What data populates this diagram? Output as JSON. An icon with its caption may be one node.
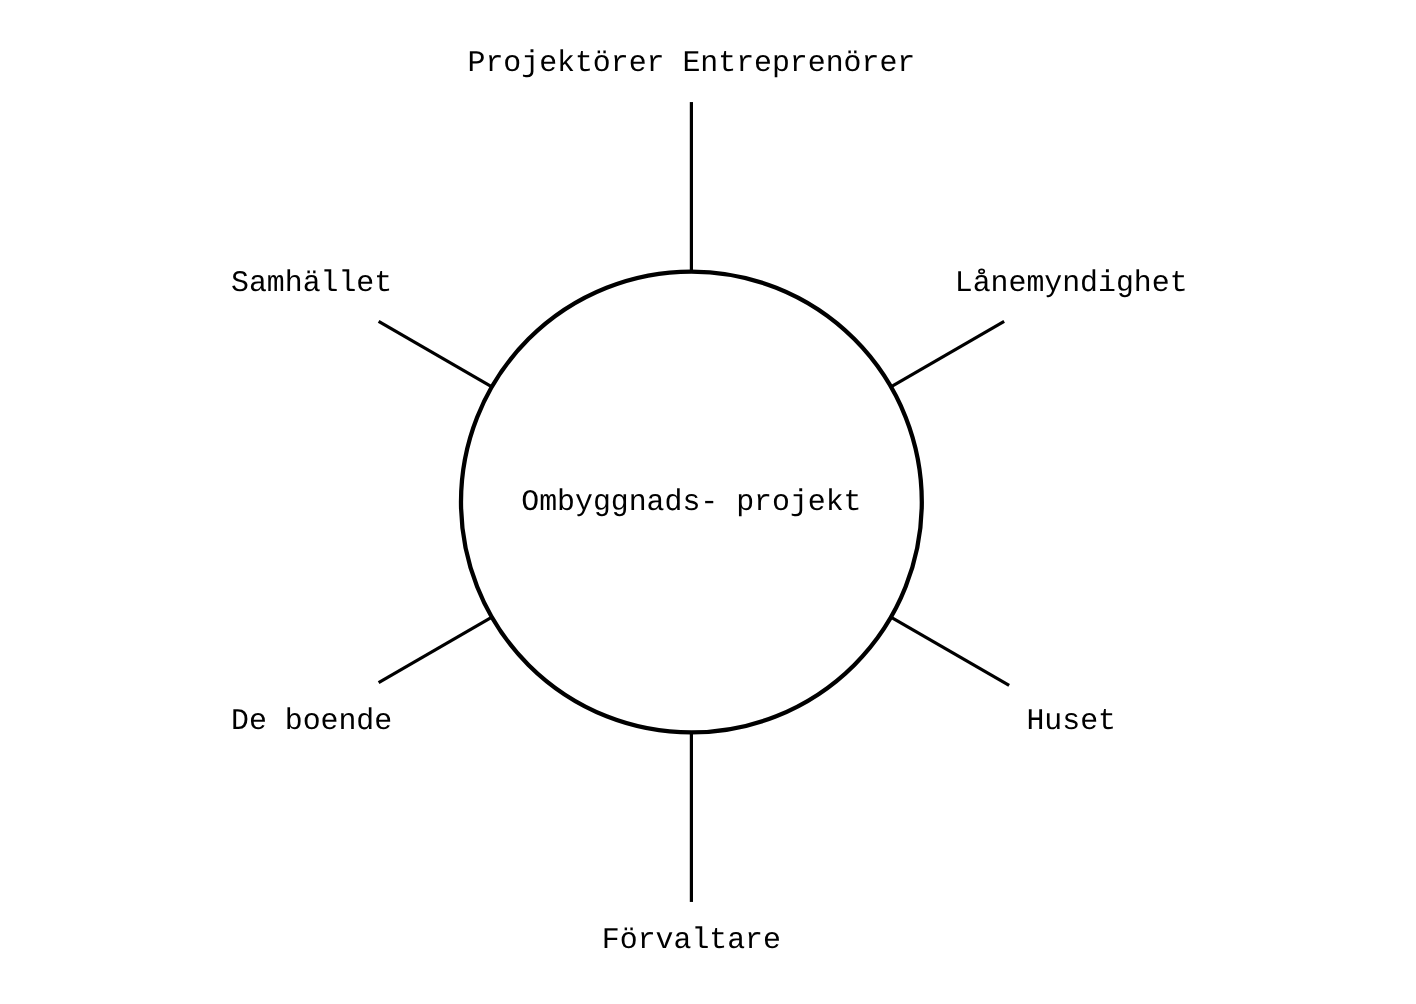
{
  "diagram": {
    "nodes": [
      {
        "text": [
          "Ombyggnads- projekt"
        ]
      },
      {
        "text": [
          "Lånemyndighet"
        ]
      },
      {
        "text": [
          "Projektörer Entreprenörer"
        ]
      },
      {
        "text": [
          "Samhället"
        ]
      },
      {
        "text": [
          "De boende"
        ]
      },
      {
        "text": [
          "Förvaltare"
        ]
      },
      {
        "text": [
          "Huset"
        ]
      }
    ],
    "edges": [
      {
        "from": 0,
        "to": 1,
        "arrow": "none"
      },
      {
        "from": 0,
        "to": 2,
        "arrow": "none"
      },
      {
        "from": 0,
        "to": 3,
        "arrow": "none"
      },
      {
        "from": 0,
        "to": 4,
        "arrow": "none"
      },
      {
        "from": 0,
        "to": 5,
        "arrow": "none"
      },
      {
        "from": 0,
        "to": 6,
        "arrow": "none"
      }
    ]
  }
}
